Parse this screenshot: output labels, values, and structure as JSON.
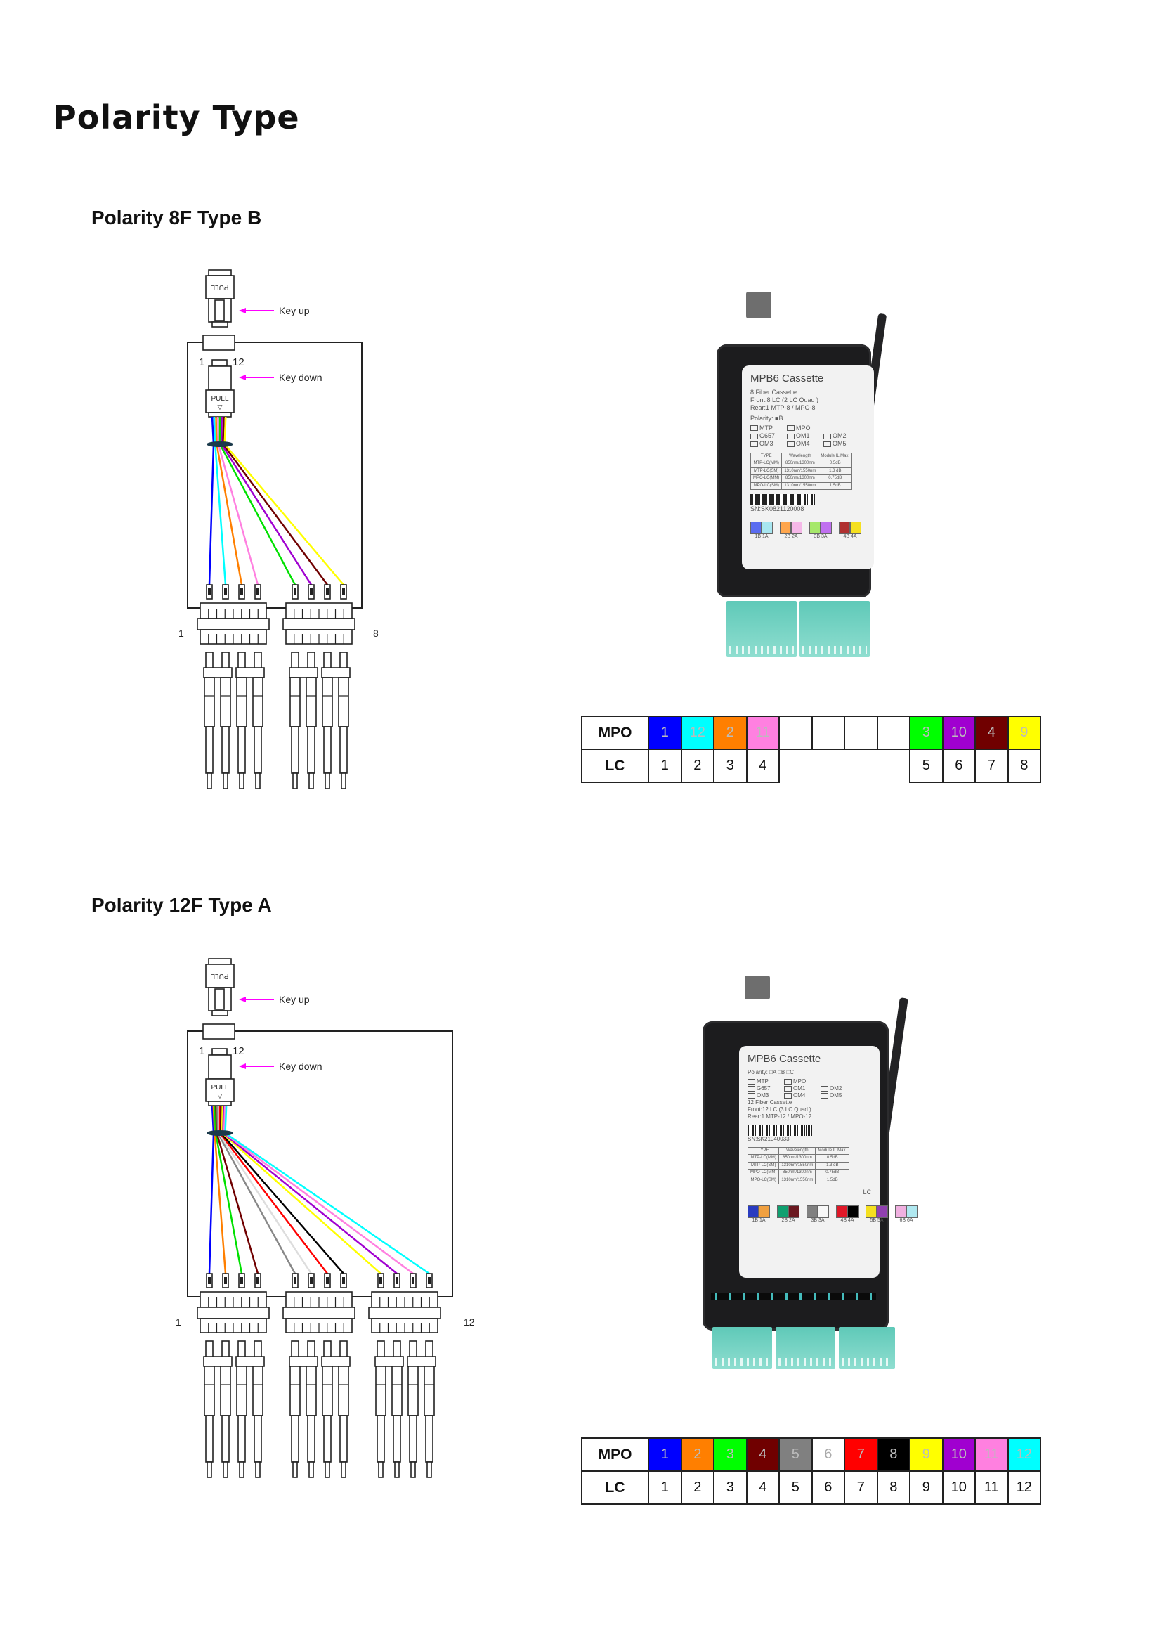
{
  "title": "Polarity Type",
  "sections": [
    {
      "heading": "Polarity 8F Type B",
      "diagram": {
        "key_up": "Key up",
        "key_down": "Key down",
        "pin_left": "1",
        "pin_right": "12",
        "pull": "PULL",
        "end_left": "1",
        "end_right": "8",
        "groups": 2,
        "fiber_colors": [
          "#0000ff",
          "#00ffff",
          "#ff7f00",
          "#ff80e0",
          "#00e000",
          "#a000d0",
          "#700000",
          "#ffff00"
        ]
      },
      "cassette": {
        "title": "MPB6 Cassette",
        "info_lines": [
          "8 Fiber Cassette",
          "Front:8 LC (2 LC Quad )",
          "Rear:1 MTP-8 / MPO-8"
        ],
        "polarity": "Polarity: ■B",
        "checkboxes": [
          "MTP",
          "MPO",
          "",
          "G657",
          "OM1",
          "OM2",
          "OM3",
          "OM4",
          "OM5"
        ],
        "table_head": [
          "TYPE",
          "Wavelength",
          "Module IL Max."
        ],
        "table_rows": [
          [
            "MTP-LC(MM)",
            "850nm/1300nm",
            "0.5dB"
          ],
          [
            "MTP-LC(SM)",
            "1310nm/1550nm",
            "1.3 dB"
          ],
          [
            "MPO-LC(MM)",
            "850nm/1300nm",
            "0.75dB"
          ],
          [
            "MPO-LC(SM)",
            "1310nm/1550nm",
            "1.5dB"
          ]
        ],
        "sn": "SN:SK0821120008",
        "ports": [
          [
            "1B",
            "1A"
          ],
          [
            "2B",
            "2A"
          ],
          [
            "3B",
            "3A"
          ],
          [
            "4B",
            "4A"
          ]
        ],
        "port_colors": [
          [
            "#5a6cf0",
            "#a8e6f0"
          ],
          [
            "#ffa64d",
            "#f5b8e8"
          ],
          [
            "#a6e86a",
            "#c070f0"
          ],
          [
            "#b03030",
            "#f5e020"
          ]
        ]
      },
      "table": {
        "row1_label": "MPO",
        "row2_label": "LC",
        "mpo": [
          "1",
          "12",
          "2",
          "11",
          "",
          "",
          "",
          "",
          "3",
          "10",
          "4",
          "9"
        ],
        "mpo_colors": [
          "#0000ff",
          "#00ffff",
          "#ff7f00",
          "#ff80e0",
          "#ffffff",
          "#ffffff",
          "#ffffff",
          "#ffffff",
          "#00ff00",
          "#a000d0",
          "#700000",
          "#ffff00"
        ],
        "lc": [
          "1",
          "2",
          "3",
          "4",
          "",
          "",
          "",
          "",
          "5",
          "6",
          "7",
          "8"
        ]
      }
    },
    {
      "heading": "Polarity 12F Type A",
      "diagram": {
        "key_up": "Key up",
        "key_down": "Key down",
        "pin_left": "1",
        "pin_right": "12",
        "pull": "PULL",
        "end_left": "1",
        "end_right": "12",
        "groups": 3,
        "fiber_colors": [
          "#0000ff",
          "#ff7f00",
          "#00e000",
          "#700000",
          "#888888",
          "#eeeeee",
          "#ff0000",
          "#000000",
          "#ffff00",
          "#a000d0",
          "#ff80e0",
          "#00ffff"
        ]
      },
      "cassette": {
        "title": "MPB6 Cassette",
        "info_lines": [
          "12 Fiber Cassette",
          "Front:12 LC (3 LC Quad )",
          "Rear:1 MTP-12 / MPO-12"
        ],
        "polarity": "Polarity: □A □B □C",
        "checkboxes": [
          "MTP",
          "MPO",
          "",
          "G657",
          "OM1",
          "OM2",
          "OM3",
          "OM4",
          "OM5"
        ],
        "table_head": [
          "TYPE",
          "Wavelength",
          "Module IL Max."
        ],
        "table_rows": [
          [
            "MTP-LC(MM)",
            "850nm/1300nm",
            "0.5dB"
          ],
          [
            "MTP-LC(SM)",
            "1310nm/1550nm",
            "1.3 dB"
          ],
          [
            "MPO-LC(MM)",
            "850nm/1300nm",
            "0.75dB"
          ],
          [
            "MPO-LC(SM)",
            "1310nm/1550nm",
            "1.5dB"
          ]
        ],
        "sn": "SN:SK21040033",
        "lc_mark": "LC",
        "ports": [
          [
            "1B",
            "1A"
          ],
          [
            "2B",
            "2A"
          ],
          [
            "3B",
            "3A"
          ],
          [
            "4B",
            "4A"
          ],
          [
            "5B",
            "5A"
          ],
          [
            "6B",
            "6A"
          ]
        ],
        "port_colors": [
          [
            "#2a3cc0",
            "#f0a040"
          ],
          [
            "#10a070",
            "#6a1820"
          ],
          [
            "#808080",
            "#f8f8f8"
          ],
          [
            "#e01828",
            "#000000"
          ],
          [
            "#f5e020",
            "#9040b0"
          ],
          [
            "#f0b0e0",
            "#b0e8f0"
          ]
        ]
      },
      "table": {
        "row1_label": "MPO",
        "row2_label": "LC",
        "mpo": [
          "1",
          "2",
          "3",
          "4",
          "5",
          "6",
          "7",
          "8",
          "9",
          "10",
          "11",
          "12"
        ],
        "mpo_colors": [
          "#0000ff",
          "#ff7f00",
          "#00ff00",
          "#700000",
          "#808080",
          "#ffffff",
          "#ff0000",
          "#000000",
          "#ffff00",
          "#a000d0",
          "#ff80e0",
          "#00ffff"
        ],
        "lc": [
          "1",
          "2",
          "3",
          "4",
          "5",
          "6",
          "7",
          "8",
          "9",
          "10",
          "11",
          "12"
        ]
      }
    }
  ]
}
